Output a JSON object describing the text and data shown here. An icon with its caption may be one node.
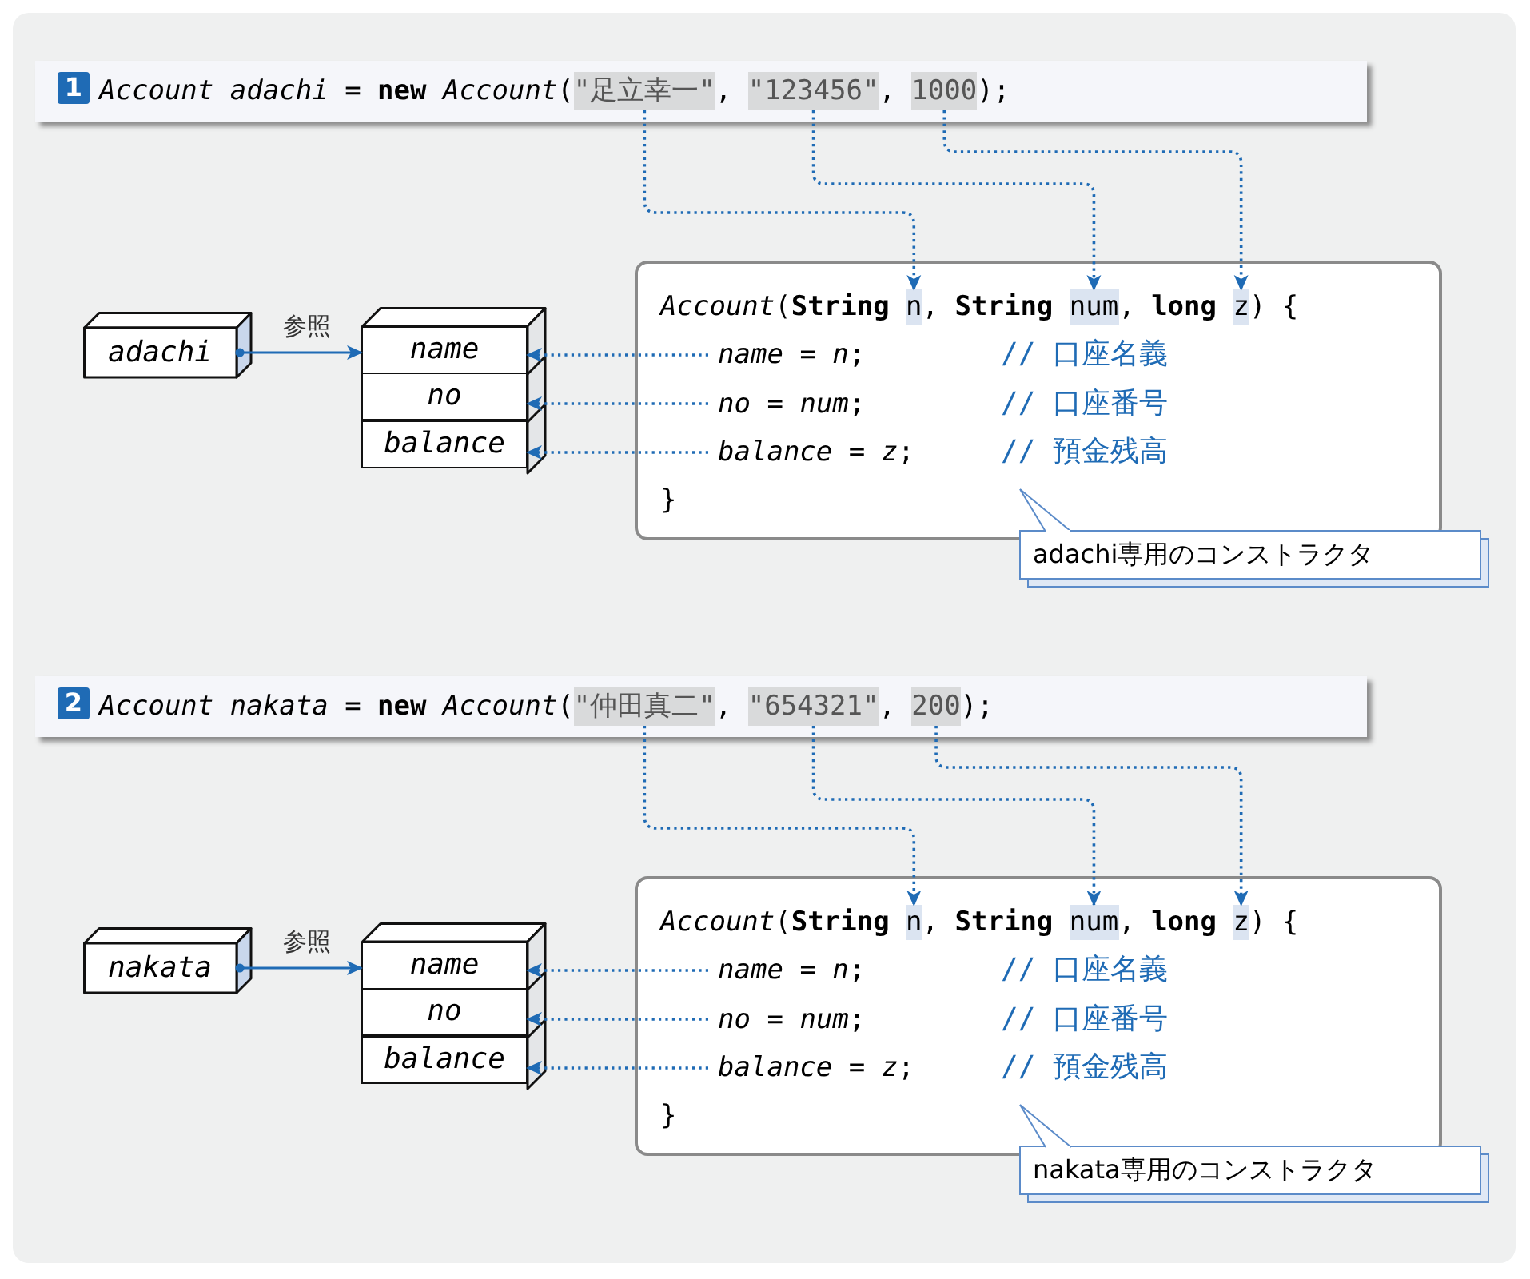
{
  "diagram": {
    "nodes": [
      {
        "text": [
          "1",
          "*Account* *adachi* = **new** *Account*(",
          ",",
          ",",
          ");"
        ]
      },
      {
        "text": [
          "\"足立幸一\""
        ],
        "in": 0
      },
      {
        "text": [
          "\"123456\""
        ],
        "in": 0
      },
      {
        "text": [
          "1000"
        ],
        "in": 0
      },
      {
        "text": [
          "adachi"
        ]
      },
      {
        "text": [],
        "shape": "box"
      },
      {
        "text": [
          "name"
        ],
        "in": 5
      },
      {
        "text": [
          "no"
        ],
        "in": 5
      },
      {
        "text": [
          "balance"
        ],
        "in": 5
      },
      {
        "text": [
          "*Account*(**String**",
          ", **String**",
          ", **long**",
          ") {",
          "}"
        ]
      },
      {
        "text": [
          "n"
        ],
        "in": 9
      },
      {
        "text": [
          "num"
        ],
        "in": 9
      },
      {
        "text": [
          "z"
        ],
        "in": 9
      },
      {
        "text": [
          "*name* = *n*;",
          "// 口座名義"
        ],
        "in": 9
      },
      {
        "text": [
          "*no* = *num*;",
          "// 口座番号"
        ],
        "in": 9
      },
      {
        "text": [
          "*balance* = *z*;",
          "// 預金残高"
        ],
        "in": 9
      },
      {
        "text": [
          "adachi専用のコンストラクタ"
        ]
      },
      {
        "text": [
          "2",
          "*Account* *nakata* = **new** *Account*(",
          ",",
          ",",
          ");"
        ]
      },
      {
        "text": [
          "\"仲田真二\""
        ],
        "in": 17
      },
      {
        "text": [
          "\"654321\""
        ],
        "in": 17
      },
      {
        "text": [
          "200"
        ],
        "in": 17
      },
      {
        "text": [
          "nakata"
        ]
      },
      {
        "text": [],
        "shape": "box"
      },
      {
        "text": [
          "name"
        ],
        "in": 22
      },
      {
        "text": [
          "no"
        ],
        "in": 22
      },
      {
        "text": [
          "balance"
        ],
        "in": 22
      },
      {
        "text": [
          "*Account*(**String**",
          ", **String**",
          ", **long**",
          ") {",
          "}"
        ]
      },
      {
        "text": [
          "n"
        ],
        "in": 26
      },
      {
        "text": [
          "num"
        ],
        "in": 26
      },
      {
        "text": [
          "z"
        ],
        "in": 26
      },
      {
        "text": [
          "*name* = *n*;",
          "// 口座名義"
        ],
        "in": 26
      },
      {
        "text": [
          "*no* = *num*;",
          "// 口座番号"
        ],
        "in": 26
      },
      {
        "text": [
          "*balance* = *z*;",
          "// 預金残高"
        ],
        "in": 26
      },
      {
        "text": [
          "nakata専用のコンストラクタ"
        ]
      }
    ],
    "edges": [
      {
        "from": 1,
        "to": 10,
        "arrow": "to",
        "style": "dashed"
      },
      {
        "from": 2,
        "to": 11,
        "arrow": "to",
        "style": "dashed"
      },
      {
        "from": 3,
        "to": 12,
        "arrow": "to",
        "style": "dashed"
      },
      {
        "from": 4,
        "to": 5,
        "arrow": "to",
        "label": "参照"
      },
      {
        "from": 13,
        "to": 6,
        "arrow": "to",
        "style": "dashed"
      },
      {
        "from": 14,
        "to": 7,
        "arrow": "to",
        "style": "dashed"
      },
      {
        "from": 15,
        "to": 8,
        "arrow": "to",
        "style": "dashed"
      },
      {
        "from": 18,
        "to": 27,
        "arrow": "to",
        "style": "dashed"
      },
      {
        "from": 19,
        "to": 28,
        "arrow": "to",
        "style": "dashed"
      },
      {
        "from": 20,
        "to": 29,
        "arrow": "to",
        "style": "dashed"
      },
      {
        "from": 21,
        "to": 22,
        "arrow": "to",
        "label": "参照"
      },
      {
        "from": 30,
        "to": 23,
        "arrow": "to",
        "style": "dashed"
      },
      {
        "from": 31,
        "to": 24,
        "arrow": "to",
        "style": "dashed"
      },
      {
        "from": 32,
        "to": 25,
        "arrow": "to",
        "style": "dashed"
      }
    ]
  }
}
